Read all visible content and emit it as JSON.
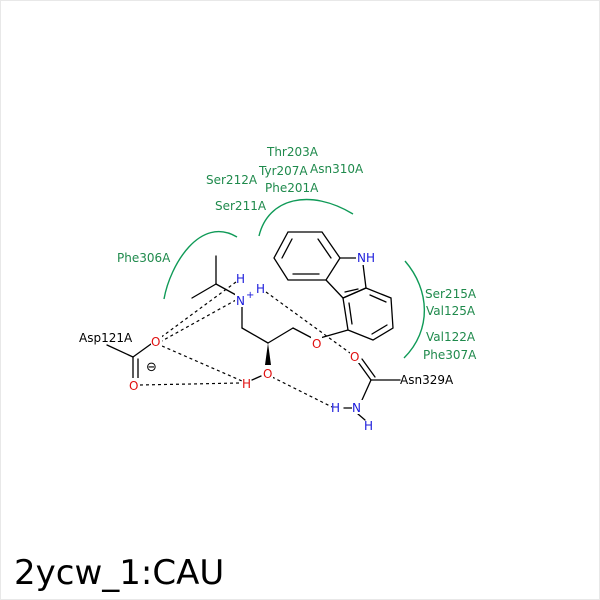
{
  "title": "2ycw_1:CAU",
  "residues_hydrophobic": {
    "thr203": "Thr203A",
    "tyr207": "Tyr207A",
    "asn310": "Asn310A",
    "ser212": "Ser212A",
    "phe201": "Phe201A",
    "ser211": "Ser211A",
    "phe306": "Phe306A",
    "ser215": "Ser215A",
    "val125": "Val125A",
    "val122": "Val122A",
    "phe307": "Phe307A"
  },
  "residues_hbond": {
    "asp121": "Asp121A",
    "asn329": "Asn329A"
  },
  "atoms": {
    "nh_indole": "NH",
    "n_plus": "N",
    "plus_sign": "+",
    "h": "H",
    "o": "O",
    "n": "N",
    "minus_sign": "⊖"
  },
  "colors": {
    "hydrophobic_arc": "#0f9a57",
    "residue_text": "#1f8a4c",
    "nitrogen": "#1a1adb",
    "oxygen": "#e01010"
  }
}
